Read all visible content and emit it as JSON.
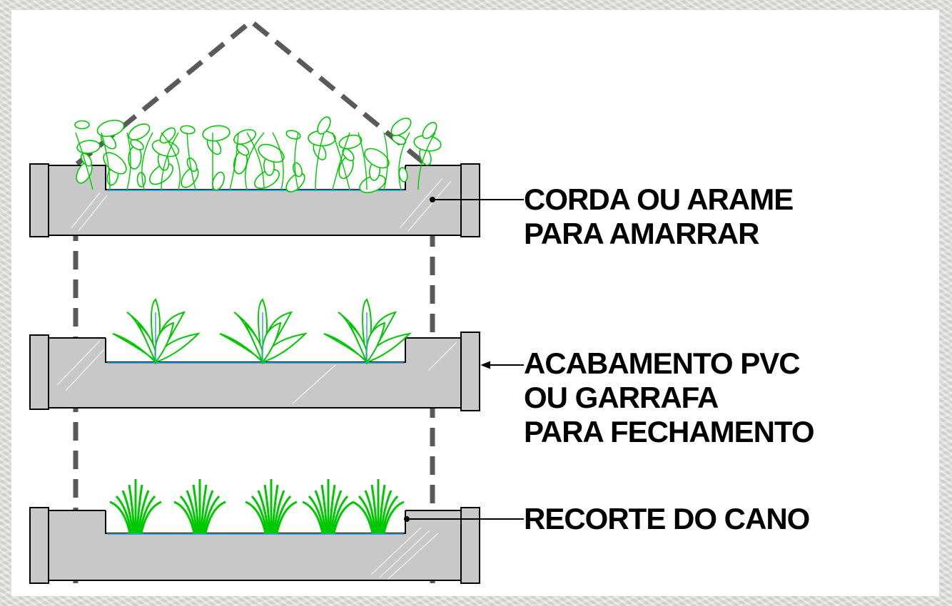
{
  "callouts": [
    {
      "lines": [
        "CORDA OU ARAME",
        "PARA AMARRAR"
      ]
    },
    {
      "lines": [
        "ACABAMENTO PVC",
        "OU GARRAFA",
        "PARA FECHAMENTO"
      ]
    },
    {
      "lines": [
        "RECORTE DO CANO"
      ]
    }
  ],
  "colors": {
    "pipe_fill": "#c8c8c8",
    "pipe_stroke": "#000000",
    "plant": "#00c800",
    "rope": "#5a5a5a",
    "water": "#3aa0d0"
  }
}
